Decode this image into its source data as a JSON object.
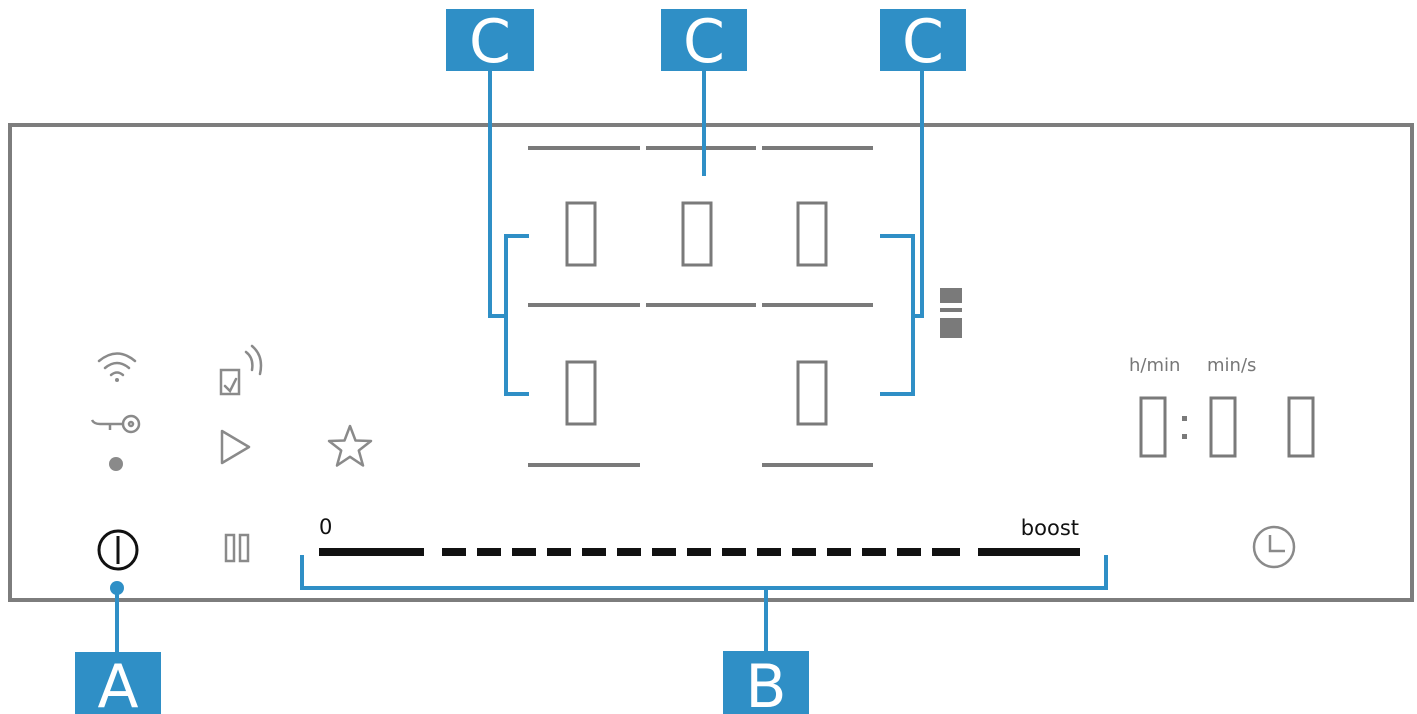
{
  "colors": {
    "accent": "#2f8fc6",
    "panel_border": "#7d7d7d",
    "segment": "#7a7a7a",
    "icon": "#8a8a8a",
    "slider": "#111111"
  },
  "callouts": {
    "a": "A",
    "b": "B",
    "c_left": "C",
    "c_middle": "C",
    "c_right": "C"
  },
  "cooking_zones": {
    "top_row": [
      "0",
      "0",
      "0"
    ],
    "bottom_row": [
      "0",
      "0"
    ]
  },
  "timer": {
    "unit_label_hours": "h/min",
    "unit_label_minutes": "min/s",
    "digits": [
      "0",
      "0",
      "0"
    ]
  },
  "power_slider": {
    "min_label": "0",
    "max_label": "boost"
  },
  "icons": {
    "wifi": "wifi-icon",
    "key_lock": "key-lock-icon",
    "status_dot": "status-dot-icon",
    "remote_start": "remote-start-icon",
    "play": "play-icon",
    "favorite": "star-icon",
    "power": "power-icon",
    "pause": "pause-icon",
    "timer": "clock-icon",
    "zone_combine": "zone-combine-icon"
  }
}
